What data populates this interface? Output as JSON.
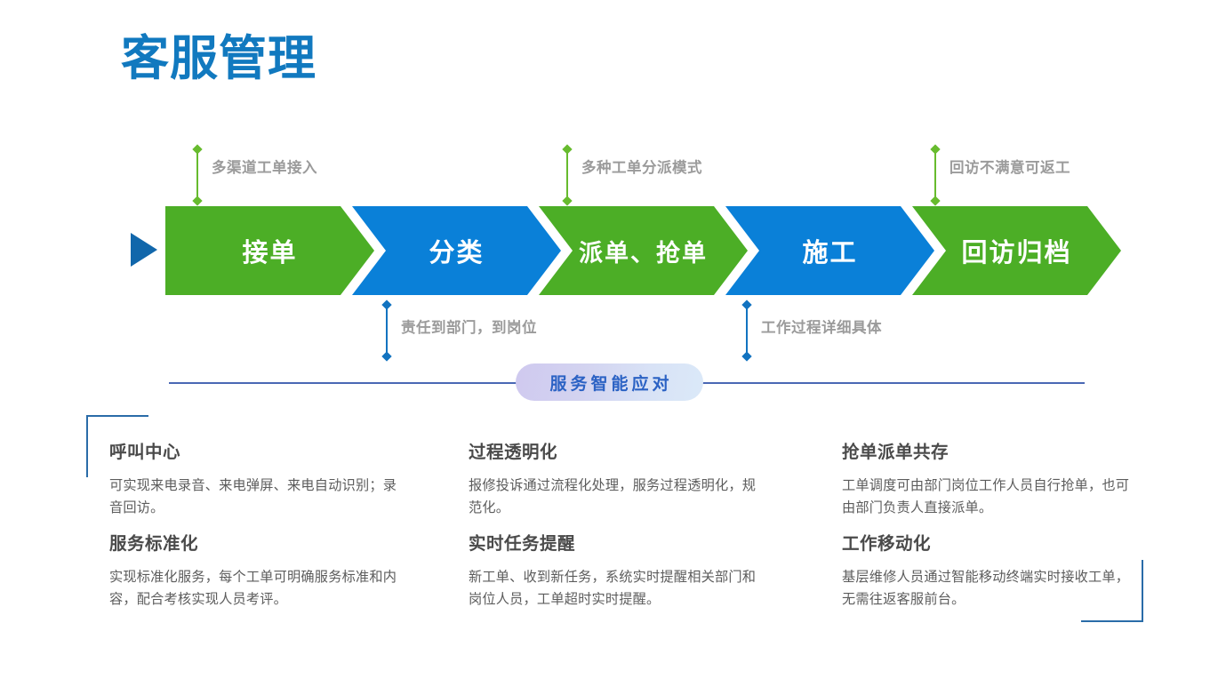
{
  "title": "客服管理",
  "accent_colors": {
    "title_blue": "#1179bf",
    "chevron_green": "#4cae26",
    "chevron_blue": "#0a80d8",
    "annotation_gray": "#9b9b9b",
    "connector_green": "#67bb2e",
    "connector_blue": "#1273c0",
    "divider_blue": "#4a68b4",
    "pill_text_blue": "#2b62c4",
    "bracket_blue": "#2a6ca8"
  },
  "flow": {
    "start_icon": "play-triangle-icon",
    "steps": [
      {
        "label": "接单",
        "color": "green"
      },
      {
        "label": "分类",
        "color": "blue"
      },
      {
        "label": "派单、抢单",
        "color": "green"
      },
      {
        "label": "施工",
        "color": "blue"
      },
      {
        "label": "回访归档",
        "color": "green"
      }
    ]
  },
  "annotations": {
    "top": [
      {
        "text": "多渠道工单接入",
        "color": "green"
      },
      {
        "text": "多种工单分派模式",
        "color": "green"
      },
      {
        "text": "回访不满意可返工",
        "color": "green"
      }
    ],
    "bottom": [
      {
        "text": "责任到部门，到岗位",
        "color": "blue"
      },
      {
        "text": "工作过程详细具体",
        "color": "blue"
      }
    ]
  },
  "section_badge": "服务智能应对",
  "features": [
    {
      "title": "呼叫中心",
      "body": "可实现来电录音、来电弹屏、来电自动识别；录音回访。"
    },
    {
      "title": "过程透明化",
      "body": "报修投诉通过流程化处理，服务过程透明化，规范化。"
    },
    {
      "title": "抢单派单共存",
      "body": "工单调度可由部门岗位工作人员自行抢单，也可由部门负责人直接派单。"
    },
    {
      "title": "服务标准化",
      "body": "实现标准化服务，每个工单可明确服务标准和内容，配合考核实现人员考评。"
    },
    {
      "title": "实时任务提醒",
      "body": "新工单、收到新任务，系统实时提醒相关部门和岗位人员，工单超时实时提醒。"
    },
    {
      "title": "工作移动化",
      "body": "基层维修人员通过智能移动终端实时接收工单，无需往返客服前台。"
    }
  ]
}
